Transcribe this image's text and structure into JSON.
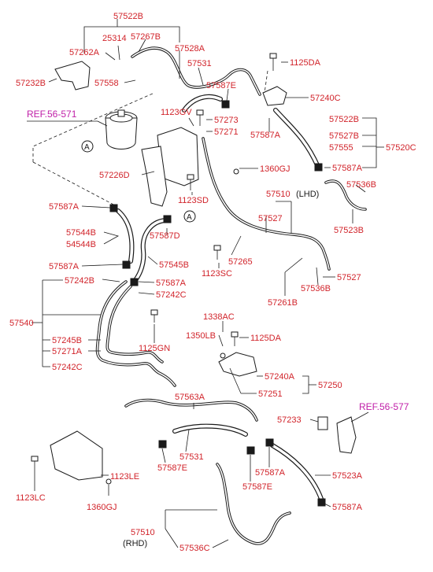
{
  "labels": {
    "l57522B_top": "57522B",
    "l25314": "25314",
    "l57267B": "57267B",
    "l57262A": "57262A",
    "l57528A": "57528A",
    "l57232B": "57232B",
    "l57558": "57558",
    "l57531_top": "57531",
    "l1125DA_top": "1125DA",
    "l57587E_top": "57587E",
    "l57240C": "57240C",
    "l1123GV": "1123GV",
    "l57273": "57273",
    "l57271": "57271",
    "l57587A_r1": "57587A",
    "l57522B_r": "57522B",
    "l57527B": "57527B",
    "l57555": "57555",
    "l57520C": "57520C",
    "l57587A_r2": "57587A",
    "l57226D": "57226D",
    "l1360GJ_top": "1360GJ",
    "l57536B_top": "57536B",
    "l1123SD": "1123SD",
    "l57510_lhd": "57510",
    "l57523B": "57523B",
    "l57587A_l1": "57587A",
    "l57527_mid": "57527",
    "l57544B": "57544B",
    "l54544B": "54544B",
    "l57587D": "57587D",
    "l57545B": "57545B",
    "l57265": "57265",
    "l57587A_l2": "57587A",
    "l1123SC": "1123SC",
    "l57242B": "57242B",
    "l57587A_l3": "57587A",
    "l57242C_a": "57242C",
    "l57527_r": "57527",
    "l57536B_mid": "57536B",
    "l57261B": "57261B",
    "l57540": "57540",
    "l1338AC": "1338AC",
    "l57245B": "57245B",
    "l1350LB": "1350LB",
    "l1125DA_mid": "1125DA",
    "l57271A": "57271A",
    "l1125GN": "1125GN",
    "l57242C_b": "57242C",
    "l57240A": "57240A",
    "l57250": "57250",
    "l57251": "57251",
    "l57563A": "57563A",
    "l57233": "57233",
    "l57531_bot": "57531",
    "l57587E_b1": "57587E",
    "l57587A_b1": "57587A",
    "l57523A": "57523A",
    "l1123LE": "1123LE",
    "l57587E_b2": "57587E",
    "l1123LC": "1123LC",
    "l1360GJ_bot": "1360GJ",
    "l57587A_b2": "57587A",
    "l57510_rhd": "57510",
    "l57536C": "57536C"
  },
  "variant_tags": {
    "lhd": "(LHD)",
    "rhd": "(RHD)"
  },
  "references": {
    "ref_top": "REF.56-571",
    "ref_bottom": "REF.56-577"
  },
  "callouts": {
    "marker_letter": "A"
  },
  "colors": {
    "part_number": "#d1232a",
    "reference": "#c01fa8",
    "line": "#1a1a1a"
  }
}
